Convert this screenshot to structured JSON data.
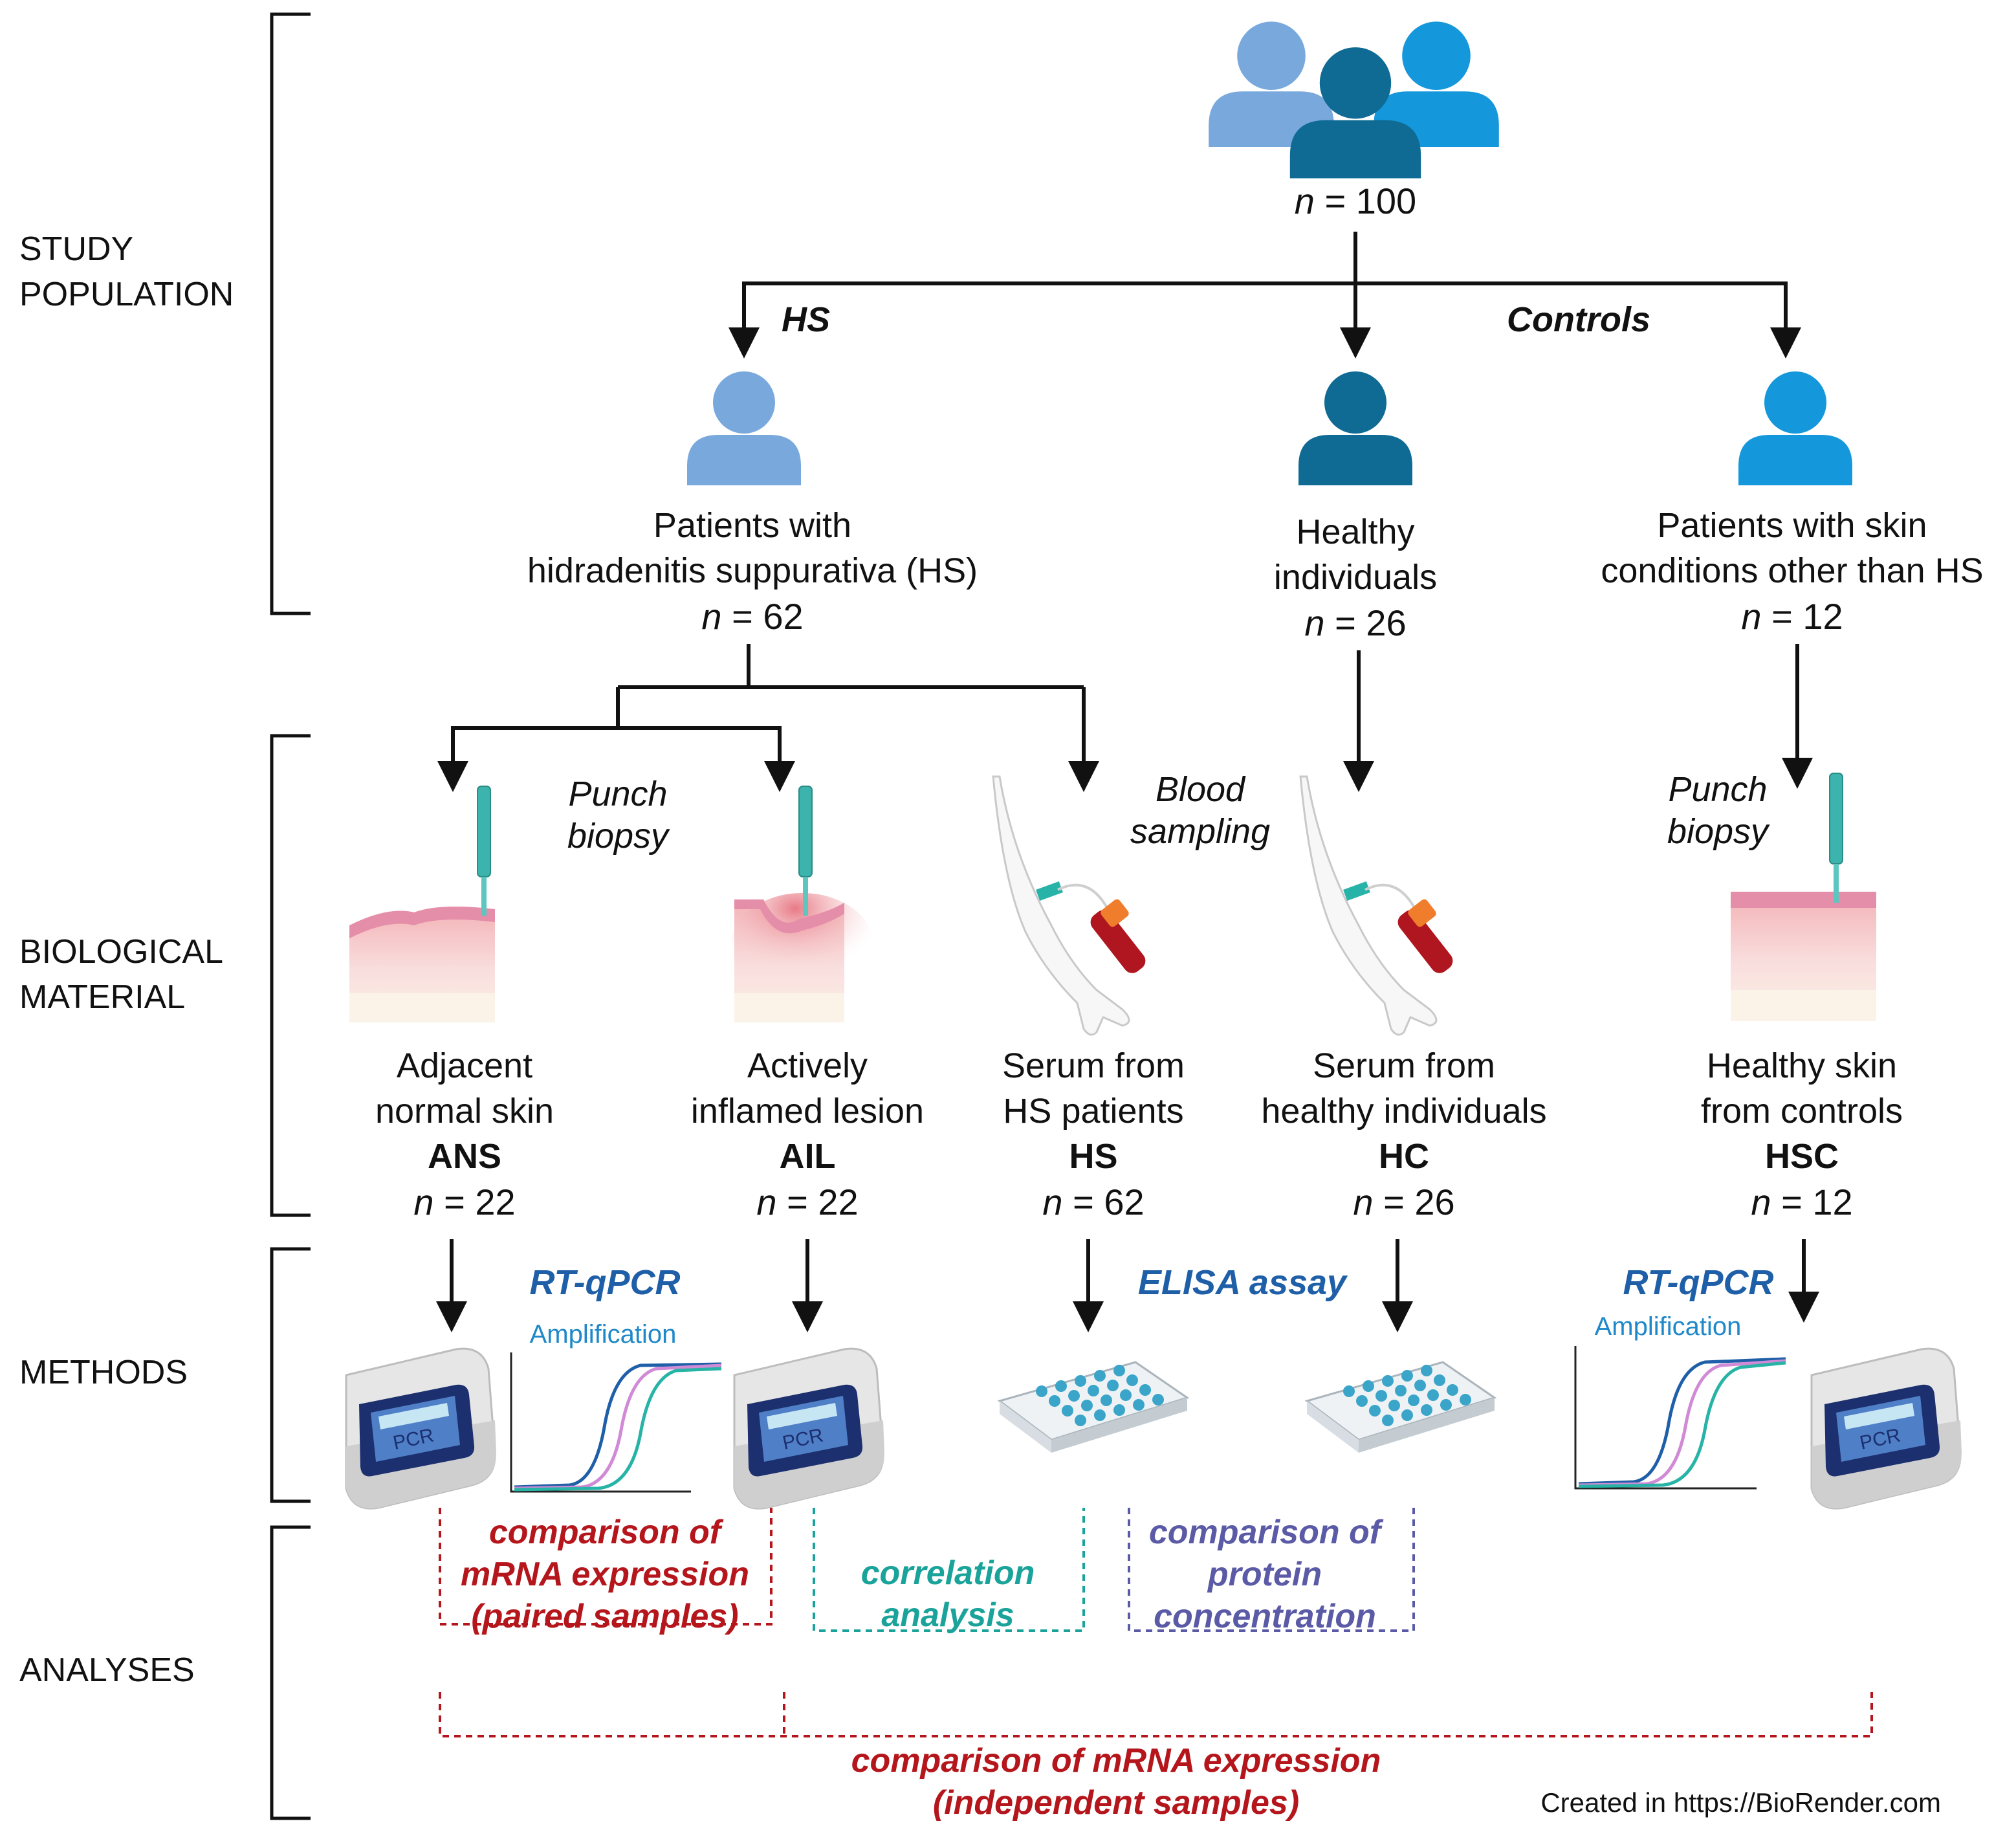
{
  "colors": {
    "hs_person": "#79a9dc",
    "healthy_person": "#0f6b94",
    "other_person": "#1597db",
    "method_blue": "#1f5fa8",
    "amp_blue": "#1e88c8",
    "red": "#b5161c",
    "teal": "#1aa39a",
    "purple": "#5a5aa6"
  },
  "sections": {
    "study_population_1": "STUDY",
    "study_population_2": "POPULATION",
    "biological_material_1": "BIOLOGICAL",
    "biological_material_2": "MATERIAL",
    "methods": "METHODS",
    "analyses": "ANALYSES"
  },
  "population": {
    "total": {
      "n_label": "n",
      "n_value": " = 100"
    },
    "hs_branch_label": "HS",
    "controls_branch_label": "Controls",
    "hs_group": {
      "line1": "Patients with",
      "line2": "hidradenitis suppurativa (HS)",
      "n_label": "n",
      "n_value": " = 62"
    },
    "healthy_group": {
      "line1": "Healthy",
      "line2": "individuals",
      "n_label": "n",
      "n_value": " = 26"
    },
    "other_group": {
      "line1": "Patients with skin",
      "line2": "conditions other than HS",
      "n_label": "n",
      "n_value": " = 12"
    }
  },
  "procedures": {
    "punch_biopsy_1a": "Punch",
    "punch_biopsy_1b": "biopsy",
    "blood_sampling_a": "Blood",
    "blood_sampling_b": "sampling",
    "punch_biopsy_2a": "Punch",
    "punch_biopsy_2b": "biopsy"
  },
  "samples": [
    {
      "line1": "Adjacent",
      "line2": "normal skin",
      "code": "ANS",
      "n_label": "n",
      "n_value": " = 22"
    },
    {
      "line1": "Actively",
      "line2": "inflamed lesion",
      "code": "AIL",
      "n_label": "n",
      "n_value": " = 22"
    },
    {
      "line1": "Serum from",
      "line2": "HS patients",
      "code": "HS",
      "n_label": "n",
      "n_value": " = 62"
    },
    {
      "line1": "Serum from",
      "line2": "healthy individuals",
      "code": "HC",
      "n_label": "n",
      "n_value": " = 26"
    },
    {
      "line1": "Healthy skin",
      "line2": "from controls",
      "code": "HSC",
      "n_label": "n",
      "n_value": " = 12"
    }
  ],
  "methods": {
    "rtqpcr_1": "RT-qPCR",
    "amplification_1": "Amplification",
    "elisa": "ELISA assay",
    "rtqpcr_2": "RT-qPCR",
    "amplification_2": "Amplification",
    "pcr_device_label": "PCR"
  },
  "analyses": {
    "paired_1": "comparison of",
    "paired_2": "mRNA expression",
    "paired_3": "(paired samples)",
    "corr_1": "correlation",
    "corr_2": "analysis",
    "protein_1": "comparison of",
    "protein_2": "protein",
    "protein_3": "concentration",
    "independent_1": "comparison of mRNA expression",
    "independent_2": "(independent samples)"
  },
  "credit": "Created in https://BioRender.com"
}
